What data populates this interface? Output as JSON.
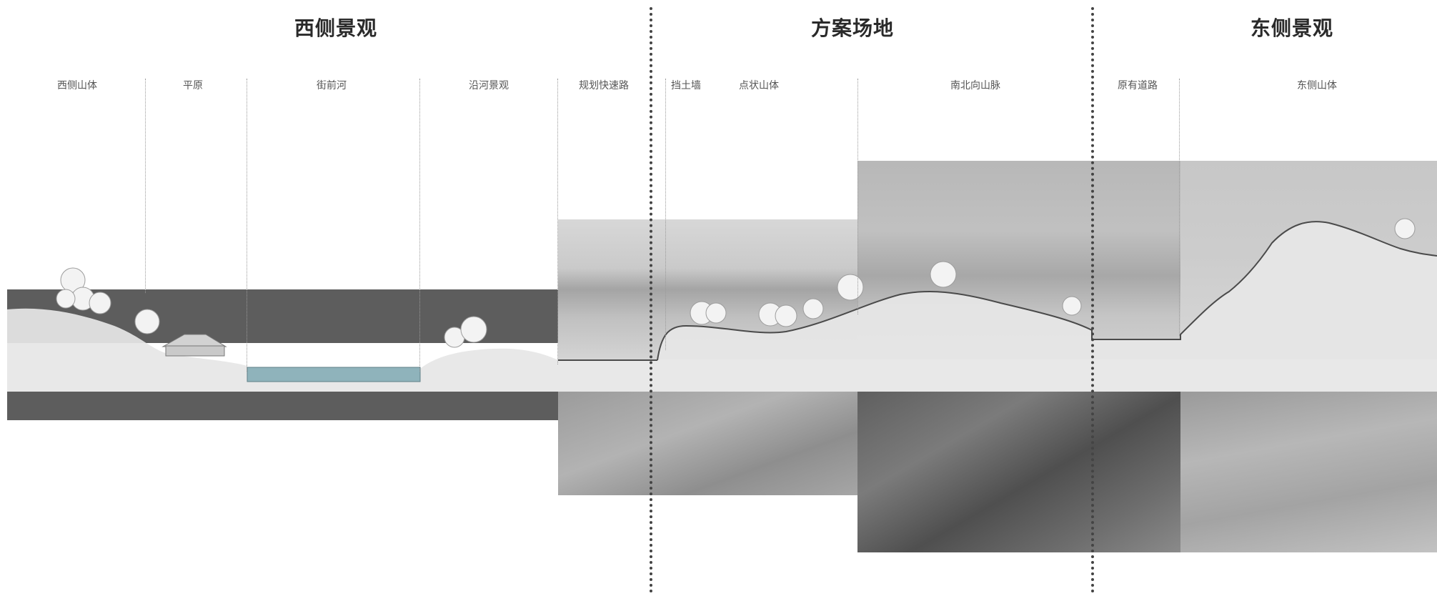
{
  "sections": {
    "west": "西侧景观",
    "site": "方案场地",
    "east": "东侧景观"
  },
  "zones": [
    {
      "id": "west-mountain",
      "label": "西侧山体"
    },
    {
      "id": "plain",
      "label": "平原"
    },
    {
      "id": "river",
      "label": "街前河"
    },
    {
      "id": "riverside",
      "label": "沿河景观"
    },
    {
      "id": "expressway",
      "label": "规划快速路"
    },
    {
      "id": "retaining-wall",
      "label": "挡土墙"
    },
    {
      "id": "point-mountain",
      "label": "点状山体"
    },
    {
      "id": "ns-range",
      "label": "南北向山脉"
    },
    {
      "id": "existing-road",
      "label": "原有道路"
    },
    {
      "id": "east-mountain",
      "label": "东侧山体"
    }
  ],
  "colors": {
    "band": "#5d5d5d",
    "ground": "#e6e6e6",
    "water": "#8fb3bb",
    "profile_line": "#4a4a4a"
  }
}
